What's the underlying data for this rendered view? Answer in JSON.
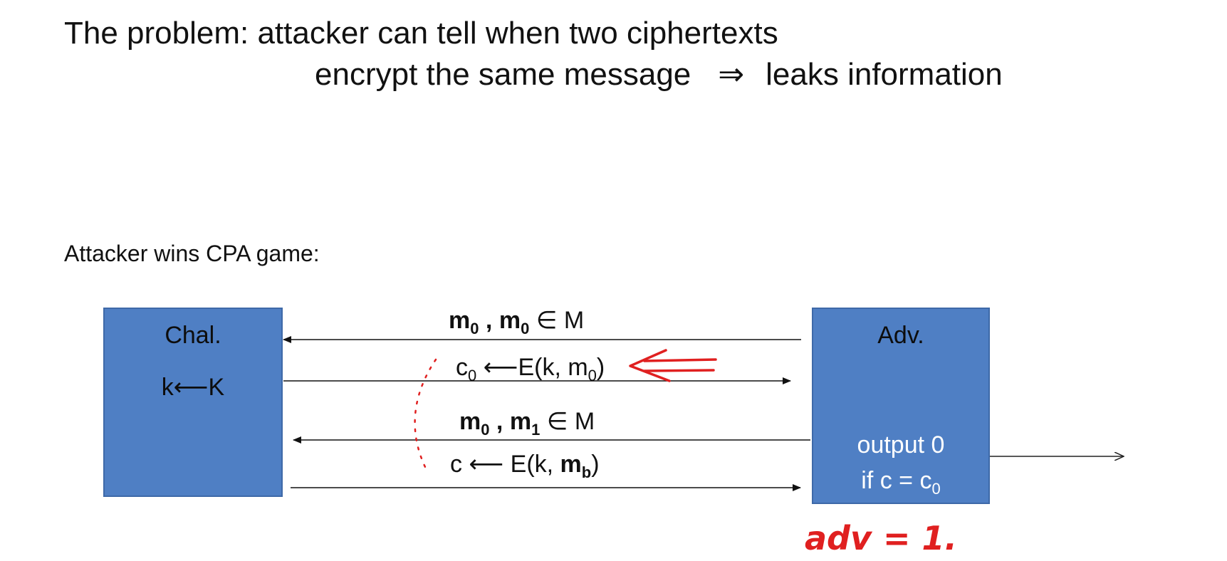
{
  "headline": {
    "line1": "The problem:  attacker can tell when two ciphertexts",
    "line2_a": "encrypt the same message",
    "line2_arrow": "⇒",
    "line2_b": "leaks information"
  },
  "subtitle": "Attacker wins CPA game:",
  "challenger": {
    "label": "Chal.",
    "key": "k⟵K"
  },
  "adversary": {
    "label": "Adv.",
    "output_line1": "output 0",
    "output_line2_prefix": "if c = c",
    "output_line2_sub": "0"
  },
  "messages": {
    "q1": {
      "m_a": "m",
      "m_a_sub": "0",
      "sep": " , ",
      "m_b": "m",
      "m_b_sub": "0",
      "tail": " ∈ M"
    },
    "r1": {
      "c": "c",
      "c_sub": "0",
      "mid": " ⟵E(k, m",
      "mid_sub": "0",
      "end": ")"
    },
    "q2": {
      "m_a": "m",
      "m_a_sub": "0",
      "sep": " , ",
      "m_b": "m",
      "m_b_sub": "1",
      "tail": " ∈ M"
    },
    "r2": {
      "pre": "c ⟵ E(k, ",
      "m": "m",
      "m_sub": "b",
      "end": ")"
    }
  },
  "annotation": {
    "text": "adv = 1.",
    "color": "#e02020"
  },
  "colors": {
    "box_fill": "#4f7fc4",
    "arrow": "#111111",
    "annotation": "#e02020"
  }
}
